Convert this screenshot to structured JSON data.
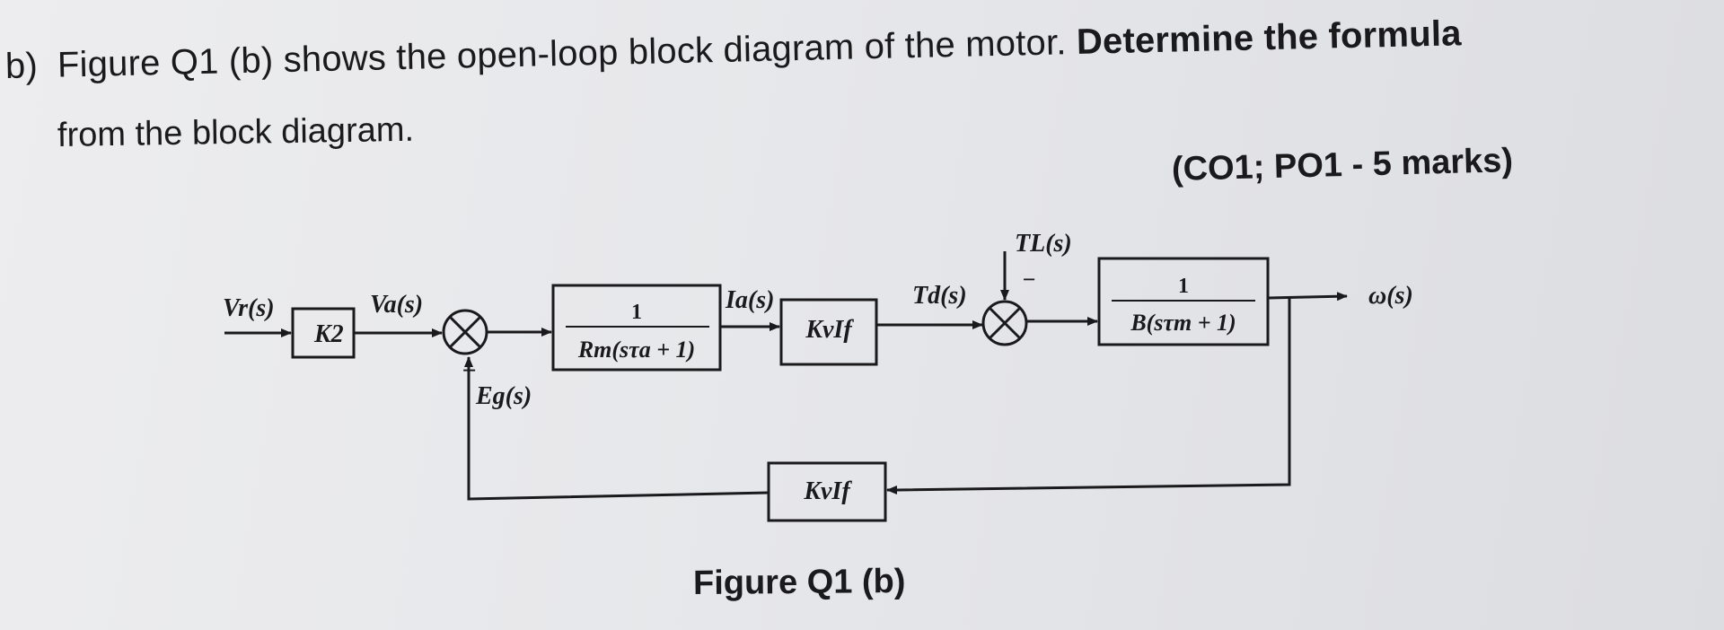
{
  "question": {
    "label": "b)",
    "text_plain": "Figure Q1 (b) shows the open-loop block diagram of the motor.",
    "text_bold": "Determine the formula",
    "line2": "from the block diagram.",
    "marks": "(CO1; PO1 - 5 marks)"
  },
  "diagram": {
    "input_signal": "Vr(s)",
    "gain_block": "K2",
    "after_gain_signal": "Va(s)",
    "feedback_signal": "Eg(s)",
    "sum1_feedback_sign": "−",
    "armature_block": {
      "numerator": "1",
      "denominator": "Rm(sτa + 1)"
    },
    "current_signal": "Ia(s)",
    "torque_block": "KvIf",
    "torque_signal": "Td(s)",
    "load_signal": "TL(s)",
    "sum2_load_sign": "−",
    "mechanical_block": {
      "numerator": "1",
      "denominator": "B(sτm + 1)"
    },
    "output_signal": "ω(s)",
    "feedback_block": "KvIf"
  },
  "caption": "Figure Q1 (b)"
}
